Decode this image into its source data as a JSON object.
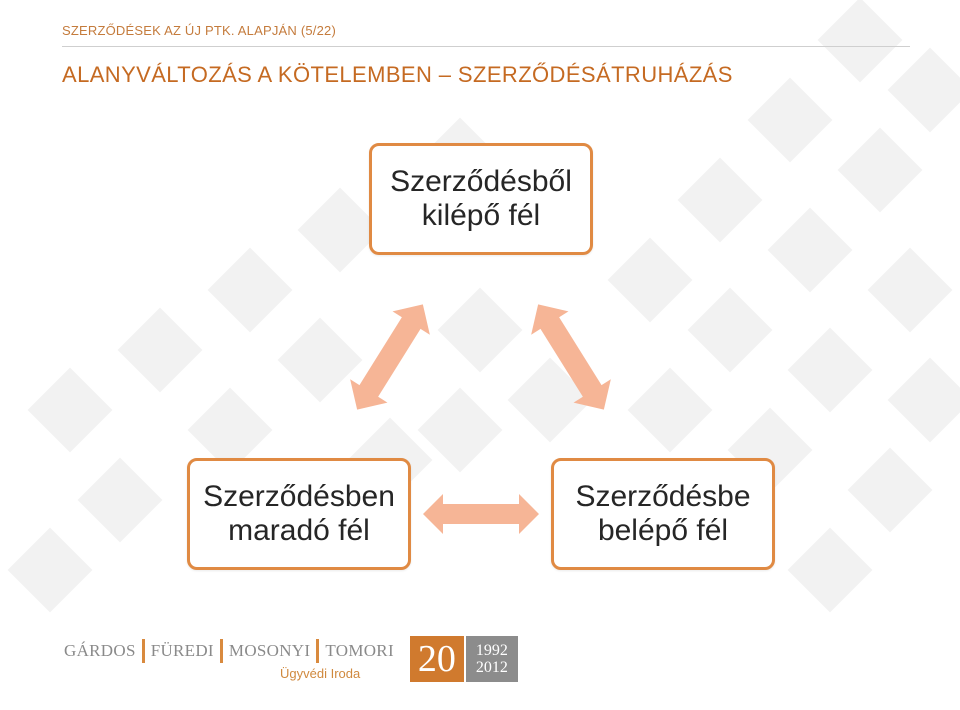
{
  "slide": {
    "header": "SZERZŐDÉSEK AZ ÚJ PTK. ALAPJÁN (5/22)",
    "title": "ALANYVÁLTOZÁS A KÖTELEMBEN – SZERZŐDÉSÁTRUHÁZÁS"
  },
  "diagram": {
    "top_box": "Szerződésből\nkilépő fél",
    "left_box": "Szerződésben\nmaradó fél",
    "right_box": "Szerződésbe\nbelépő fél"
  },
  "logo": {
    "names": [
      "GÁRDOS",
      "FÜREDI",
      "MOSONYI",
      "TOMORI"
    ],
    "subtitle": "Ügyvédi Iroda",
    "anniversary": "20",
    "year_start": "1992",
    "year_end": "2012"
  },
  "colors": {
    "accent": "#c56a22",
    "box_border": "#e08a43",
    "arrow_fill": "#f6b596"
  }
}
